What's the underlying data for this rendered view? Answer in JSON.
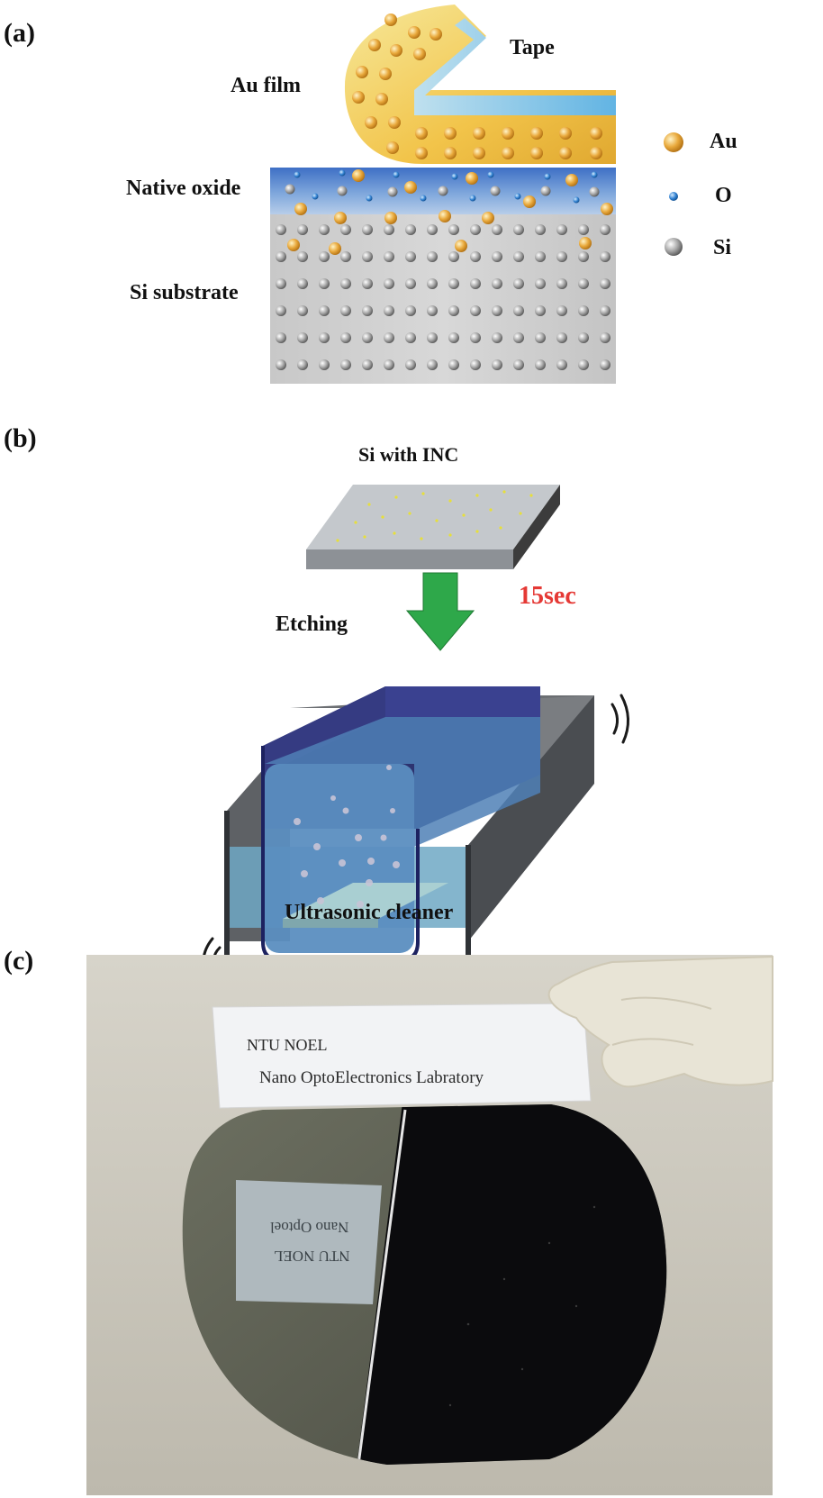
{
  "panels": {
    "a": {
      "label": "(a)",
      "tape_label": "Tape",
      "au_film_label": "Au film",
      "native_oxide_label": "Native oxide",
      "si_substrate_label": "Si substrate",
      "legend": [
        {
          "name": "Au",
          "color": "#e7a640"
        },
        {
          "name": "O",
          "color": "#2f7fd0"
        },
        {
          "name": "Si",
          "color": "#9a9a9a"
        }
      ]
    },
    "b": {
      "label": "(b)",
      "sample_label": "Si with INC",
      "etching_label": "Etching",
      "time_label": "15sec",
      "time_color": "#e53935",
      "cleaner_label": "Ultrasonic cleaner"
    },
    "c": {
      "label": "(c)",
      "paper_line1": "NTU NOEL",
      "paper_line2": "Nano OptoElectronics Labratory",
      "mirror_line1": "Nano Optoel",
      "mirror_line2": "NTU NOEL"
    }
  }
}
